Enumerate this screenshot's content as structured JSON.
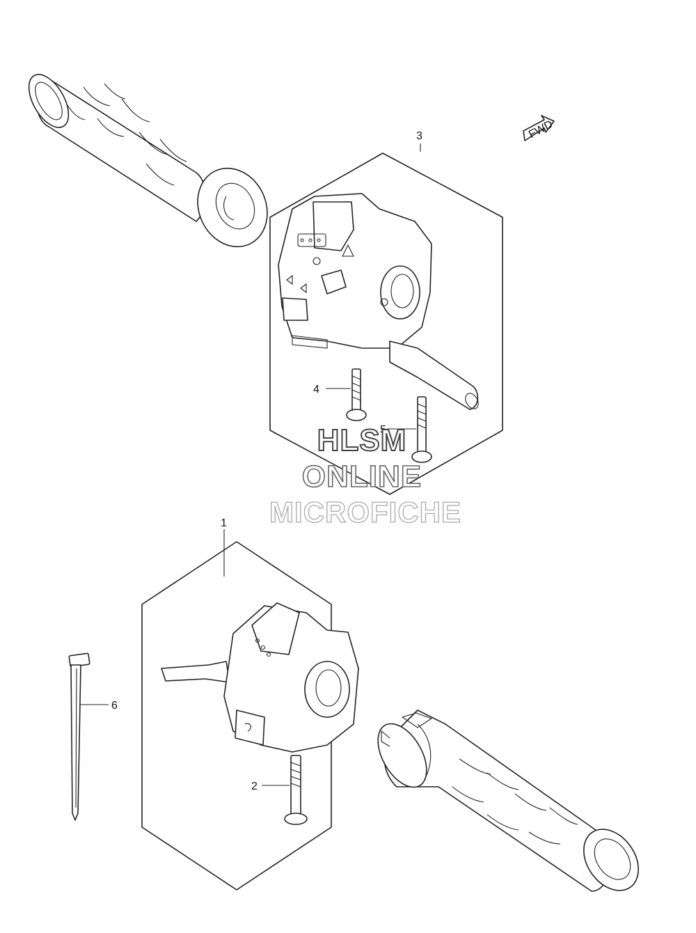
{
  "callouts": [
    {
      "id": "1",
      "label": "1"
    },
    {
      "id": "2",
      "label": "2"
    },
    {
      "id": "3",
      "label": "3"
    },
    {
      "id": "4",
      "label": "4"
    },
    {
      "id": "5",
      "label": "5"
    },
    {
      "id": "6",
      "label": "6"
    }
  ],
  "fwd_label": "FWD",
  "watermark": {
    "line1": "HLSM",
    "line2": "ONLINE",
    "line3": "MICROFICHE"
  }
}
